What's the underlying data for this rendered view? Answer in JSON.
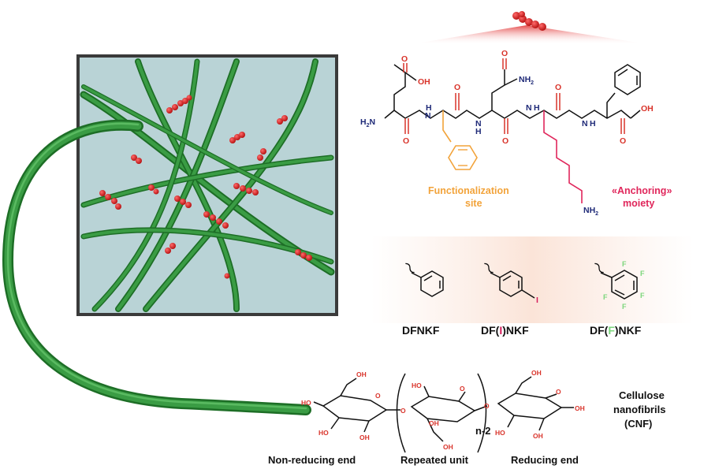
{
  "peptide": {
    "atoms": {
      "oh_top": "OH",
      "o_top1": "O",
      "o_mid1": "O",
      "o_mid2": "O",
      "o_mid3": "O",
      "o_mid4": "O",
      "o_bot1": "O",
      "o_bot2": "O",
      "o_bot3": "O",
      "nh2_top": "NH",
      "nh2_top_sub": "2",
      "h2n_left": "H",
      "h2n_left_sub": "2",
      "h2n_left_n": "N",
      "nh_1": "N",
      "nh_1_h": "H",
      "nh_2": "N",
      "nh_2_h": "H",
      "nh_3": "N",
      "nh_3_h": "H",
      "nh_4": "N",
      "nh_4_h": "H",
      "oh_right": "OH",
      "nh2_bottom": "NH",
      "nh2_bottom_sub": "2"
    },
    "functionalization_label_1": "Functionalization",
    "functionalization_label_2": "site",
    "anchoring_label_1": "«Anchoring»",
    "anchoring_label_2": "moiety"
  },
  "variants": [
    {
      "name": "DFNKF"
    },
    {
      "name_pre": "DF(",
      "name_mid": "I",
      "name_post": ")NKF",
      "atom": "I"
    },
    {
      "name_pre": "DF(",
      "name_mid": "F",
      "name_post": ")NKF",
      "atom": "F"
    }
  ],
  "cellulose": {
    "label_1": "Cellulose",
    "label_2": "nanofibrils",
    "label_3": "(CNF)",
    "repeat_index": "n-2",
    "non_reducing": "Non-reducing end",
    "repeated_unit": "Repeated unit",
    "reducing": "Reducing end",
    "oh": "OH",
    "ho": "HO",
    "o": "O"
  },
  "colors": {
    "oxygen": "#d9342b",
    "nitrogen": "#1f2a78",
    "functionalization": "#f2a33a",
    "anchoring": "#e0265b",
    "fluorine": "#7cd67c",
    "fiber": "#2e8b3a",
    "panel_bg": "#b9d3d6"
  }
}
